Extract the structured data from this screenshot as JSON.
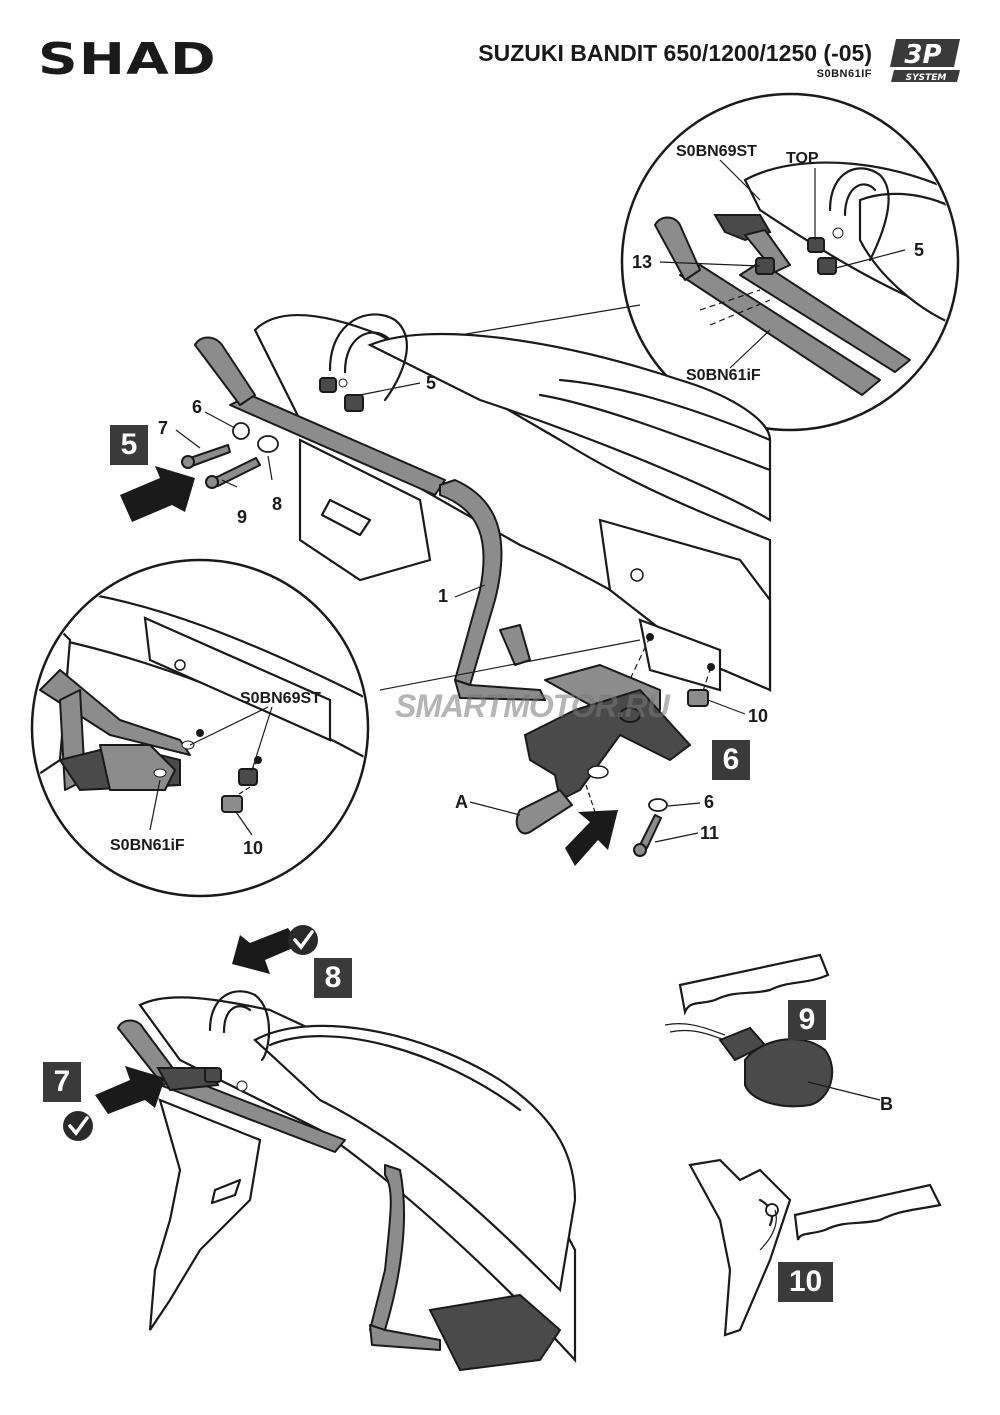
{
  "header": {
    "brand": "SHAD",
    "title": "SUZUKI BANDIT 650/1200/1250 (-05)",
    "code": "S0BN61IF",
    "logo_top": "3P",
    "logo_bottom": "SYSTEM"
  },
  "watermark": "SMARTMOTOR.RU",
  "steps": {
    "s5": "5",
    "s6": "6",
    "s7": "7",
    "s8": "8",
    "s9": "9",
    "s10": "10"
  },
  "labels": {
    "top_circle": {
      "part_st": "S0BN69ST",
      "top": "TOP",
      "n13": "13",
      "n5": "5",
      "part_if": "S0BN61iF"
    },
    "main": {
      "n5": "5",
      "n6": "6",
      "n7": "7",
      "n8": "8",
      "n9": "9",
      "n1": "1",
      "n10": "10",
      "n6b": "6",
      "n11": "11",
      "a": "A"
    },
    "left_circle": {
      "part_st": "S0BN69ST",
      "part_if": "S0BN61iF",
      "n10": "10"
    },
    "turn_signal": {
      "b": "B"
    }
  },
  "colors": {
    "step_box": "#3a3a3a",
    "part_fill": "#8c8c8c",
    "line": "#1a1a1a"
  }
}
